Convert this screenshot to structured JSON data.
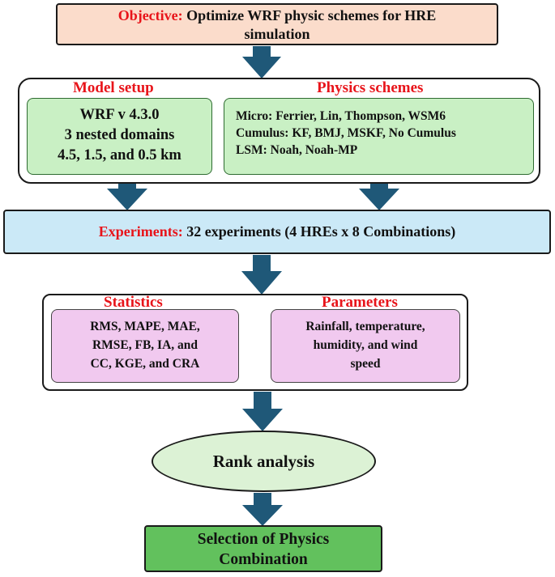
{
  "objective": {
    "label": "Objective:",
    "text": " Optimize WRF physic schemes for HRE",
    "text_line2": "simulation"
  },
  "model_setup": {
    "title": "Model setup",
    "lines": [
      "WRF v 4.3.0",
      "3 nested domains",
      "4.5, 1.5, and 0.5 km"
    ]
  },
  "physics_schemes": {
    "title": "Physics schemes",
    "lines": [
      "Micro: Ferrier, Lin, Thompson, WSM6",
      "Cumulus: KF, BMJ, MSKF, No Cumulus",
      "LSM: Noah, Noah-MP"
    ]
  },
  "experiments": {
    "label": "Experiments:",
    "text": " 32 experiments (4 HREs x 8 Combinations)"
  },
  "statistics": {
    "title": "Statistics",
    "lines": [
      "RMS, MAPE, MAE,",
      "RMSE, FB, IA, and",
      "CC, KGE, and CRA"
    ]
  },
  "parameters": {
    "title": "Parameters",
    "lines": [
      "Rainfall, temperature,",
      "humidity, and wind",
      "speed"
    ]
  },
  "rank": {
    "text": "Rank analysis"
  },
  "selection": {
    "lines": [
      "Selection of Physics",
      "Combination"
    ]
  },
  "colors": {
    "arrow": "#1f5878",
    "title_red": "#e8141a",
    "objective_bg": "#fbdccb",
    "green_bg": "#c9f0c4",
    "blue_bg": "#cbe9f7",
    "pink_bg": "#f1c9ef",
    "selection_bg": "#62c15d"
  }
}
